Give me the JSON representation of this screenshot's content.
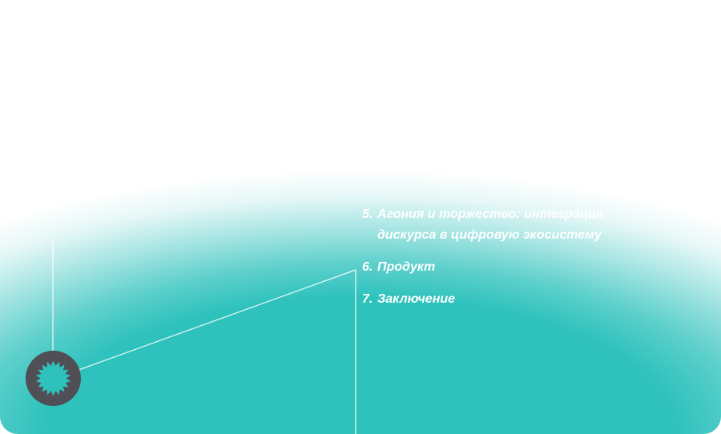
{
  "toc": {
    "items": [
      {
        "number": "5.",
        "line1": "Агония и торжество: интеграция",
        "line2": "дискурса в цифровую экосистему"
      },
      {
        "number": "6.",
        "line1": "Продукт"
      },
      {
        "number": "7.",
        "line1": "Заключение"
      }
    ]
  },
  "colors": {
    "teal": "#2fc2bd",
    "badge": "#4f4f55",
    "text": "#ffffff"
  },
  "icons": {
    "badge": "starburst-icon"
  }
}
